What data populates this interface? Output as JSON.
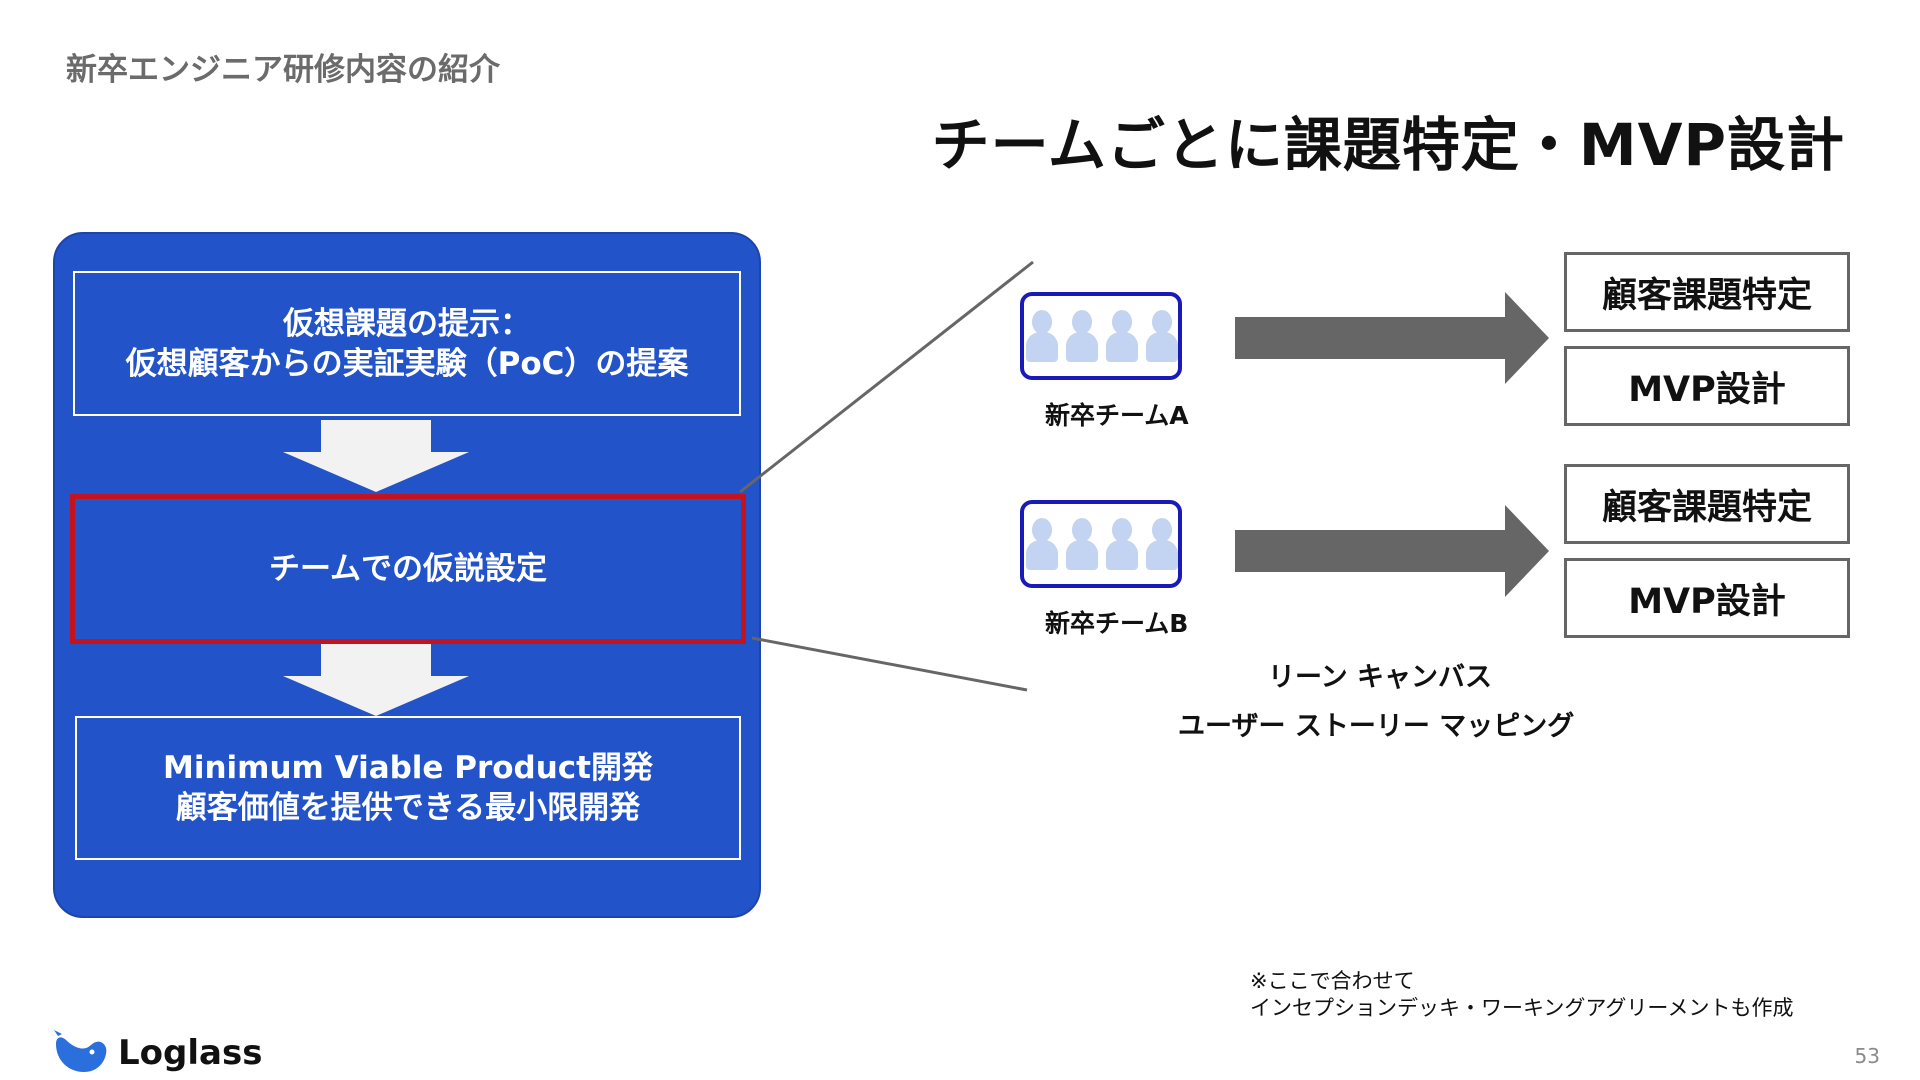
{
  "header": {
    "section_title": "新卒エンジニア研修内容の紹介"
  },
  "slide": {
    "title": "チームごとに課題特定・MVP設計"
  },
  "process": {
    "steps": [
      {
        "text": "仮想課題の提示：\n仮想顧客からの実証実験（PoC）の提案"
      },
      {
        "text": "チームでの仮説設定"
      },
      {
        "text": "Minimum Viable Product開発\n顧客価値を提供できる最小限開発"
      }
    ]
  },
  "teams": [
    {
      "label": "新卒チームA",
      "outputs": [
        "顧客課題特定",
        "MVP設計"
      ]
    },
    {
      "label": "新卒チームB",
      "outputs": [
        "顧客課題特定",
        "MVP設計"
      ]
    }
  ],
  "methods": [
    "リーン キャンバス",
    "ユーザー ストーリー マッピング"
  ],
  "note": "※ここで合わせて\nインセプションデッキ・ワーキングアグリーメントも作成",
  "footer": {
    "logo_text": "Loglass",
    "page_number": "53"
  },
  "colors": {
    "panel": "#2353c9",
    "highlight": "#c4121f",
    "team_border": "#1a1ab8",
    "arrow": "#666666"
  }
}
